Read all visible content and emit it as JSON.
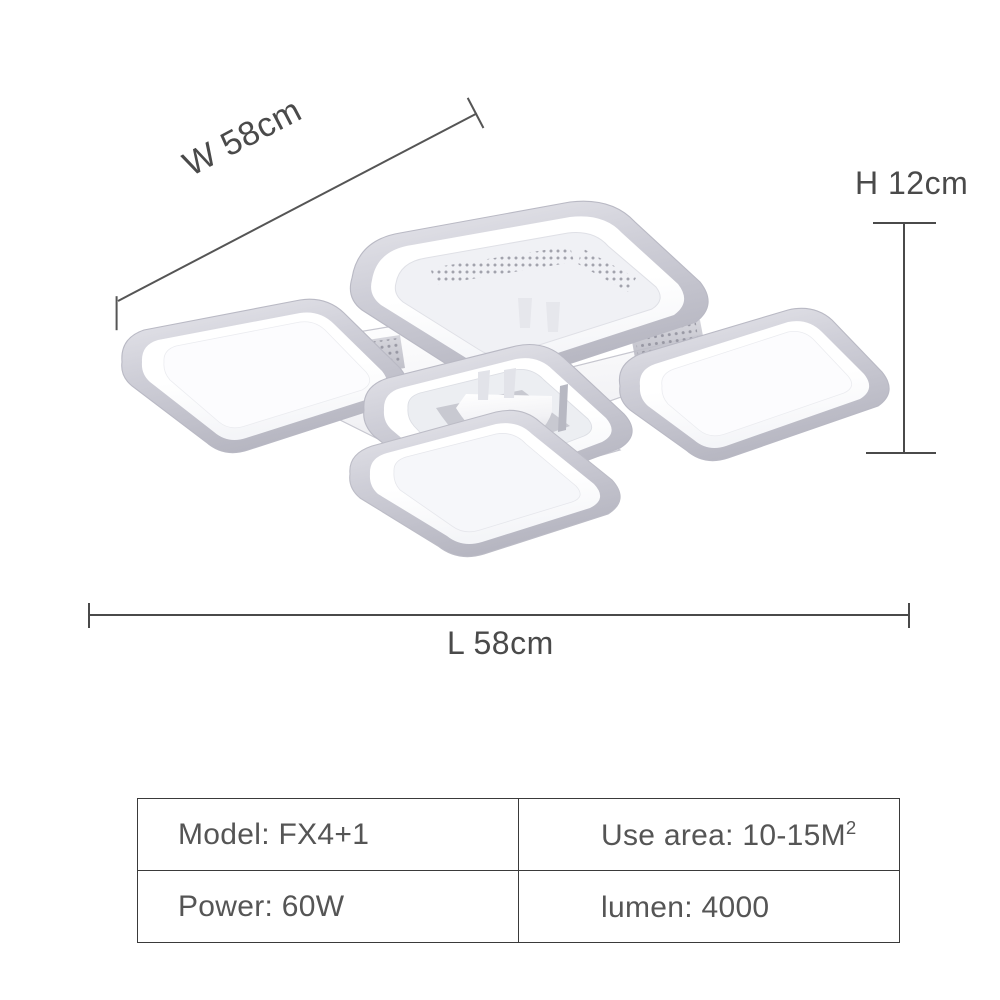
{
  "product": {
    "type": "led-ceiling-light",
    "description": "LED ceiling lamp with four outer rounded-square rings plus one center ring"
  },
  "dimensions": {
    "width": {
      "label": "W 58cm",
      "value": 58,
      "unit": "cm",
      "axis": "width"
    },
    "height": {
      "label": "H 12cm",
      "value": 12,
      "unit": "cm",
      "axis": "height"
    },
    "length": {
      "label": "L 58cm",
      "value": 58,
      "unit": "cm",
      "axis": "length"
    }
  },
  "spec_table": {
    "rows": [
      {
        "left": "Model: FX4+1",
        "right_prefix": "Use area: 10-15M",
        "right_sup": "2"
      },
      {
        "left": "Power: 60W",
        "right_prefix": "lumen: 4000",
        "right_sup": ""
      }
    ]
  },
  "colors": {
    "background": "#ffffff",
    "line": "#4a4a4a",
    "table_border": "#3a3a3a",
    "text": "#555555",
    "fixture_frame": "#c9c9d1",
    "fixture_body": "#ffffff",
    "fixture_shadow": "#b9b9c2",
    "led_glow": "#fefeff"
  }
}
